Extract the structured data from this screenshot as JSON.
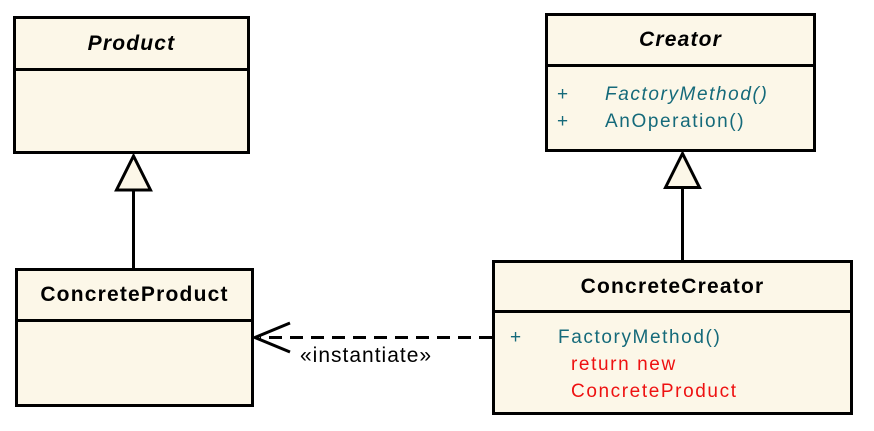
{
  "classes": {
    "product": {
      "name": "Product"
    },
    "creator": {
      "name": "Creator",
      "methods": [
        {
          "visibility": "+",
          "name": "FactoryMethod()"
        },
        {
          "visibility": "+",
          "name": "AnOperation()"
        }
      ]
    },
    "concrete_product": {
      "name": "ConcreteProduct"
    },
    "concrete_creator": {
      "name": "ConcreteCreator",
      "methods": [
        {
          "visibility": "+",
          "name": "FactoryMethod()"
        }
      ],
      "note_lines": [
        "return new",
        "ConcreteProduct"
      ]
    }
  },
  "relations": {
    "instantiate_label": "«instantiate»"
  },
  "colors": {
    "box_fill": "#FCF7E8",
    "border": "#000000",
    "method_text": "#156A7A",
    "note_text": "#EE1111",
    "label_text": "#000000"
  }
}
